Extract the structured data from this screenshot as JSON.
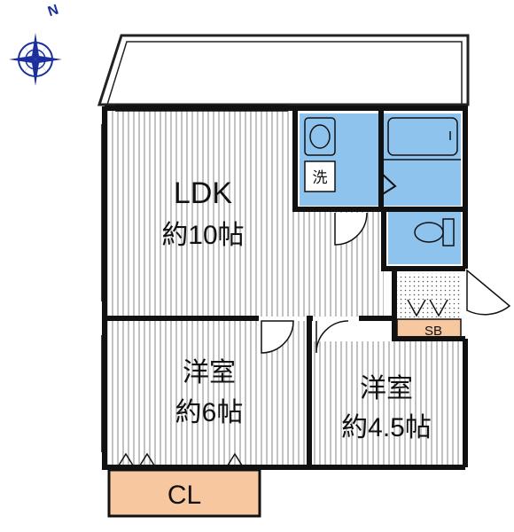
{
  "compass": {
    "north_label": "N"
  },
  "rooms": {
    "ldk": {
      "name": "LDK",
      "size": "約10帖"
    },
    "western_a": {
      "name": "洋室",
      "size": "約6帖"
    },
    "western_b": {
      "name": "洋室",
      "size": "約4.5帖"
    },
    "closet": {
      "name": "CL"
    },
    "shoe_box": {
      "name": "SB"
    },
    "washer": {
      "name": "洗"
    }
  },
  "colors": {
    "wet_area": "#8EC3EE",
    "closet_fill": "#F7C8A0",
    "wall": "#111111",
    "floor_stripe": "#9a9a9a",
    "compass_blue": "#1b2f9c"
  }
}
